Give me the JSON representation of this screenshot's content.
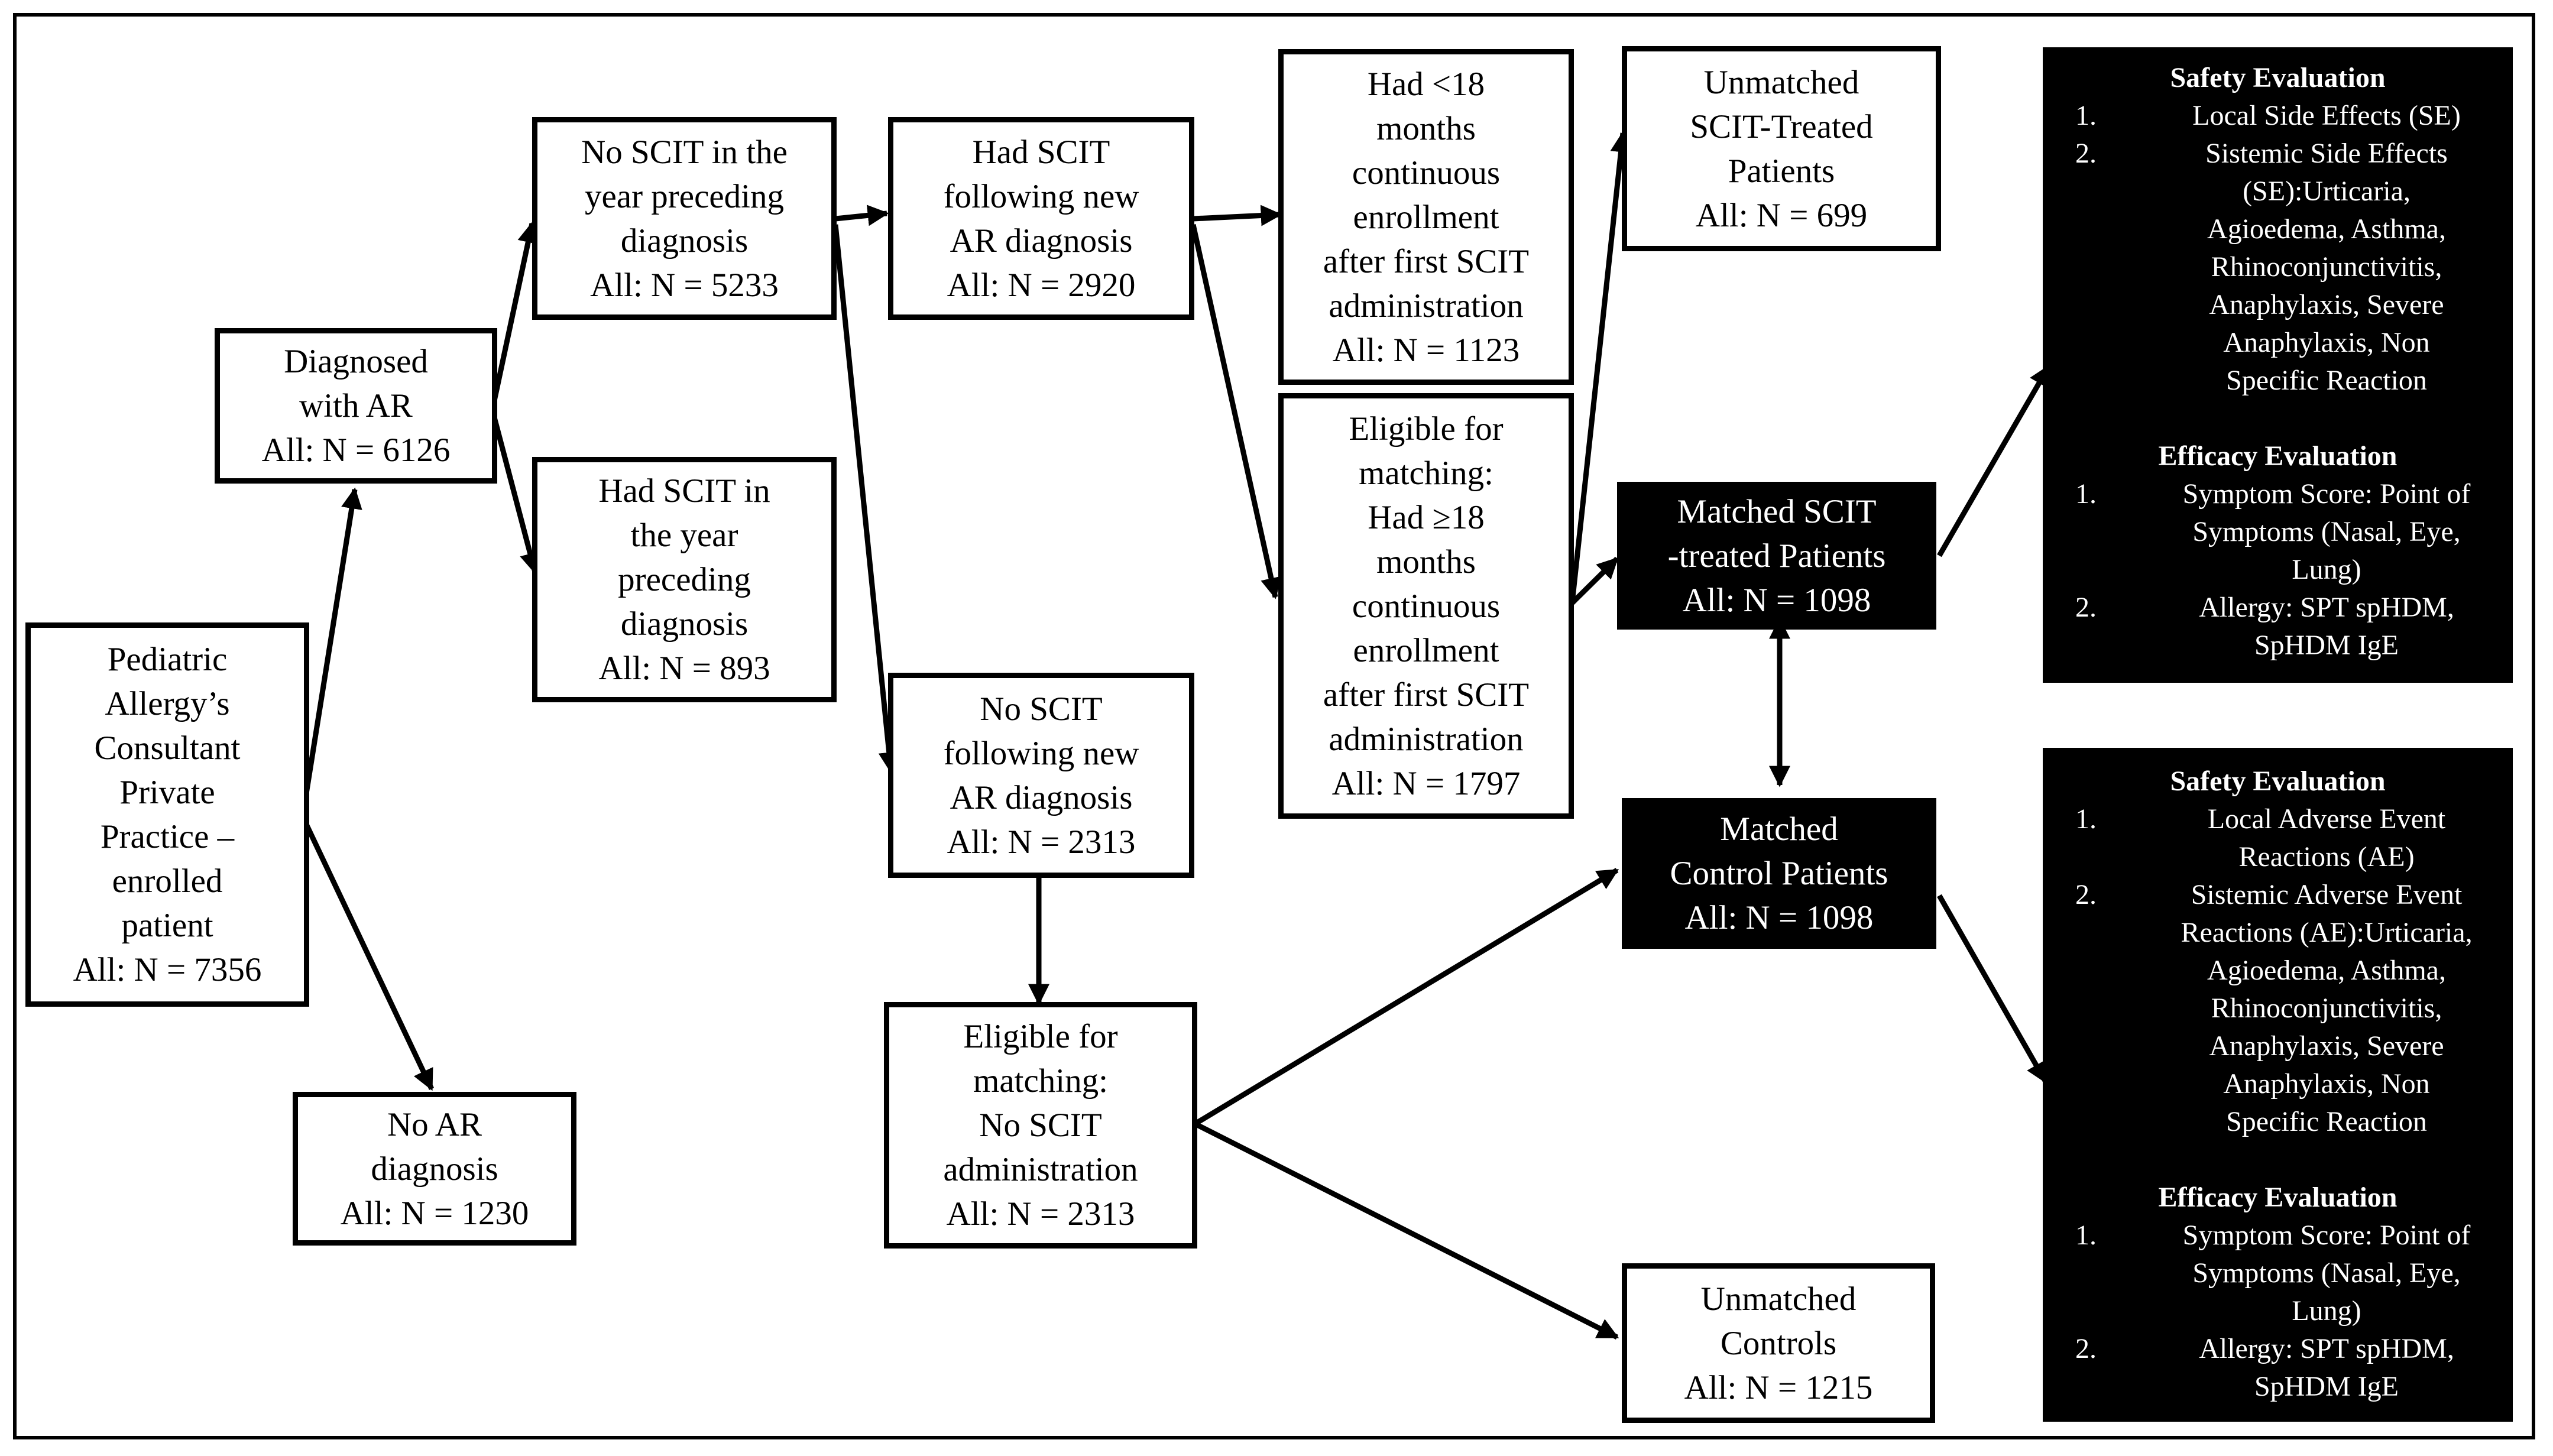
{
  "boxes": {
    "pediatric": [
      "Pediatric",
      "Allergy’s",
      "Consultant",
      "Private",
      "Practice –",
      "enrolled",
      "patient",
      "All: N = 7356"
    ],
    "diagnosed_ar": [
      "Diagnosed",
      "with AR",
      "All: N = 6126"
    ],
    "no_ar": [
      "No AR",
      "diagnosis",
      "All: N = 1230"
    ],
    "no_scit_year": [
      "No SCIT in the",
      "year preceding",
      "diagnosis",
      "All: N = 5233"
    ],
    "had_scit_year": [
      "Had SCIT in",
      "the year",
      "preceding",
      "diagnosis",
      "All: N = 893"
    ],
    "had_scit_following": [
      "Had SCIT",
      "following new",
      "AR diagnosis",
      "All: N = 2920"
    ],
    "no_scit_following": [
      "No  SCIT",
      "following new",
      "AR diagnosis",
      "All: N = 2313"
    ],
    "eligible_no_scit": [
      "Eligible for",
      "matching:",
      "No SCIT",
      "administration",
      "All: N = 2313"
    ],
    "less18": [
      "Had <18",
      "months",
      "continuous",
      "enrollment",
      "after first SCIT",
      "administration",
      "All: N = 1123"
    ],
    "eligible_18": [
      "Eligible for",
      "matching:",
      "Had ≥18",
      "months",
      "continuous",
      "enrollment",
      "after first SCIT",
      "administration",
      "All: N = 1797"
    ],
    "unmatched_scit": [
      "Unmatched",
      "SCIT-Treated",
      "Patients",
      "All: N = 699"
    ],
    "matched_scit": [
      "Matched SCIT",
      "-treated Patients",
      "All: N = 1098"
    ],
    "matched_control": [
      "Matched",
      "Control Patients",
      "All: N = 1098"
    ],
    "unmatched_controls": [
      "Unmatched",
      "Controls",
      "All: N = 1215"
    ]
  },
  "panels": {
    "scit": {
      "safety_title": "Safety Evaluation",
      "safety_items": [
        {
          "num": "1.",
          "lines": [
            "Local Side Effects (SE)"
          ]
        },
        {
          "num": "2.",
          "lines": [
            "Sistemic Side Effects",
            "(SE):Urticaria,",
            "Agioedema, Asthma,",
            "Rhinoconjunctivitis,",
            "Anaphylaxis, Severe",
            "Anaphylaxis, Non",
            "Specific Reaction"
          ]
        }
      ],
      "efficacy_title": "Efficacy Evaluation",
      "efficacy_items": [
        {
          "num": "1.",
          "lines": [
            "Symptom Score: Point of",
            "Symptoms (Nasal, Eye,",
            "Lung)"
          ]
        },
        {
          "num": "2.",
          "lines": [
            "Allergy: SPT spHDM,",
            "SpHDM IgE"
          ]
        }
      ]
    },
    "control": {
      "safety_title": "Safety Evaluation",
      "safety_items": [
        {
          "num": "1.",
          "lines": [
            "Local Adverse Event",
            "Reactions (AE)"
          ]
        },
        {
          "num": "2.",
          "lines": [
            "Sistemic Adverse Event",
            "Reactions (AE):Urticaria,",
            "Agioedema, Asthma,",
            "Rhinoconjunctivitis,",
            "Anaphylaxis, Severe",
            "Anaphylaxis, Non",
            "Specific Reaction"
          ]
        }
      ],
      "efficacy_title": "Efficacy Evaluation",
      "efficacy_items": [
        {
          "num": "1.",
          "lines": [
            "Symptom Score: Point of",
            "Symptoms (Nasal, Eye,",
            "Lung)"
          ]
        },
        {
          "num": "2.",
          "lines": [
            "Allergy: SPT spHDM,",
            "SpHDM IgE"
          ]
        }
      ]
    }
  }
}
